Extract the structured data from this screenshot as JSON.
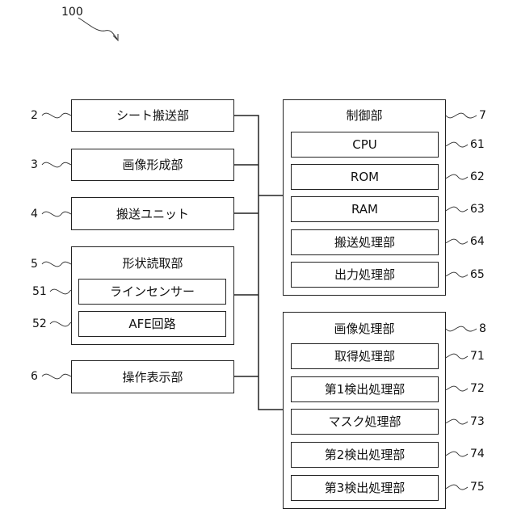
{
  "figure_ref": "100",
  "left_blocks": [
    {
      "ref": "2",
      "label": "シート搬送部"
    },
    {
      "ref": "3",
      "label": "画像形成部"
    },
    {
      "ref": "4",
      "label": "搬送ユニット"
    },
    {
      "ref": "5",
      "label": "形状読取部",
      "children": [
        {
          "ref": "51",
          "label": "ラインセンサー"
        },
        {
          "ref": "52",
          "label": "AFE回路"
        }
      ]
    },
    {
      "ref": "6",
      "label": "操作表示部"
    }
  ],
  "control_unit": {
    "ref": "7",
    "label": "制御部",
    "children": [
      {
        "ref": "61",
        "label": "CPU"
      },
      {
        "ref": "62",
        "label": "ROM"
      },
      {
        "ref": "63",
        "label": "RAM"
      },
      {
        "ref": "64",
        "label": "搬送処理部"
      },
      {
        "ref": "65",
        "label": "出力処理部"
      }
    ]
  },
  "image_processing_unit": {
    "ref": "8",
    "label": "画像処理部",
    "children": [
      {
        "ref": "71",
        "label": "取得処理部"
      },
      {
        "ref": "72",
        "label": "第1検出処理部"
      },
      {
        "ref": "73",
        "label": "マスク処理部"
      },
      {
        "ref": "74",
        "label": "第2検出処理部"
      },
      {
        "ref": "75",
        "label": "第3検出処理部"
      }
    ]
  }
}
